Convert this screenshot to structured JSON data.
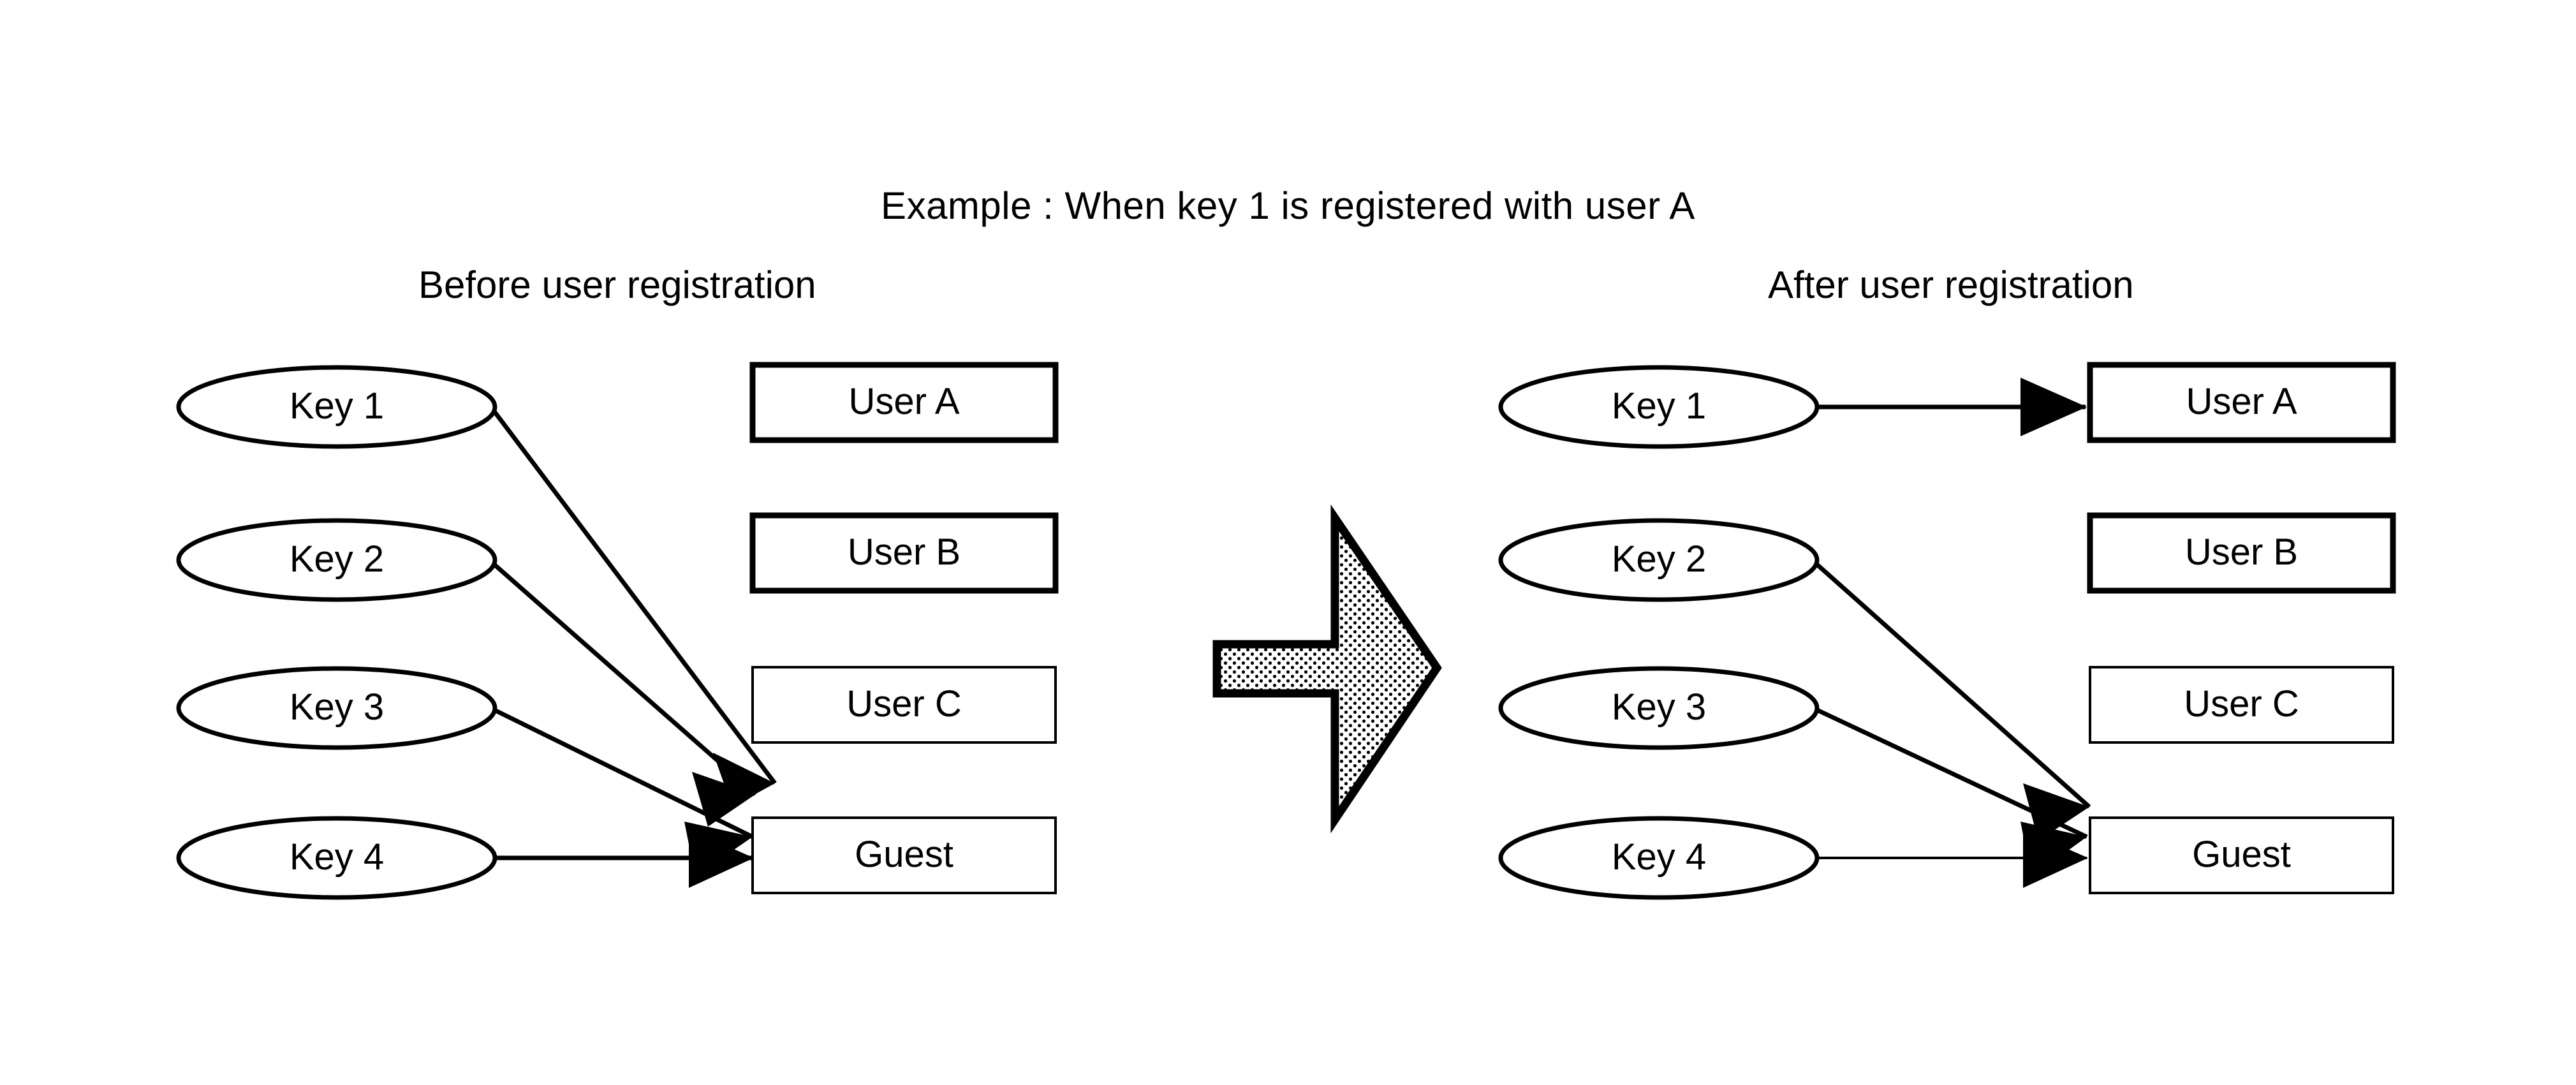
{
  "diagram": {
    "title": "Example : When key 1 is registered with user A",
    "panels": [
      {
        "id": "before",
        "caption": "Before user registration",
        "keys": [
          {
            "label": "Key 1"
          },
          {
            "label": "Key 2"
          },
          {
            "label": "Key 3"
          },
          {
            "label": "Key 4"
          }
        ],
        "targets": [
          {
            "label": "User A",
            "border": "thick"
          },
          {
            "label": "User B",
            "border": "thick"
          },
          {
            "label": "User C",
            "border": "thin"
          },
          {
            "label": "Guest",
            "border": "thin"
          }
        ],
        "links": [
          {
            "from": "Key 1",
            "to": "Guest",
            "style": "solid"
          },
          {
            "from": "Key 2",
            "to": "Guest",
            "style": "solid"
          },
          {
            "from": "Key 3",
            "to": "Guest",
            "style": "solid"
          },
          {
            "from": "Key 4",
            "to": "Guest",
            "style": "solid"
          }
        ]
      },
      {
        "id": "after",
        "caption": "After user registration",
        "keys": [
          {
            "label": "Key 1"
          },
          {
            "label": "Key 2"
          },
          {
            "label": "Key 3"
          },
          {
            "label": "Key 4"
          }
        ],
        "targets": [
          {
            "label": "User A",
            "border": "thick"
          },
          {
            "label": "User B",
            "border": "thick"
          },
          {
            "label": "User C",
            "border": "thin"
          },
          {
            "label": "Guest",
            "border": "thin"
          }
        ],
        "links": [
          {
            "from": "Key 1",
            "to": "User A",
            "style": "solid"
          },
          {
            "from": "Key 2",
            "to": "Guest",
            "style": "solid"
          },
          {
            "from": "Key 3",
            "to": "Guest",
            "style": "solid"
          },
          {
            "from": "Key 4",
            "to": "Guest",
            "style": "thin"
          }
        ]
      }
    ],
    "transition_arrow": {
      "name": "transition-arrow",
      "direction": "right",
      "fill": "dotted-halftone"
    },
    "colors": {
      "stroke": "#000000",
      "background": "#ffffff",
      "fill": "#ffffff"
    }
  }
}
